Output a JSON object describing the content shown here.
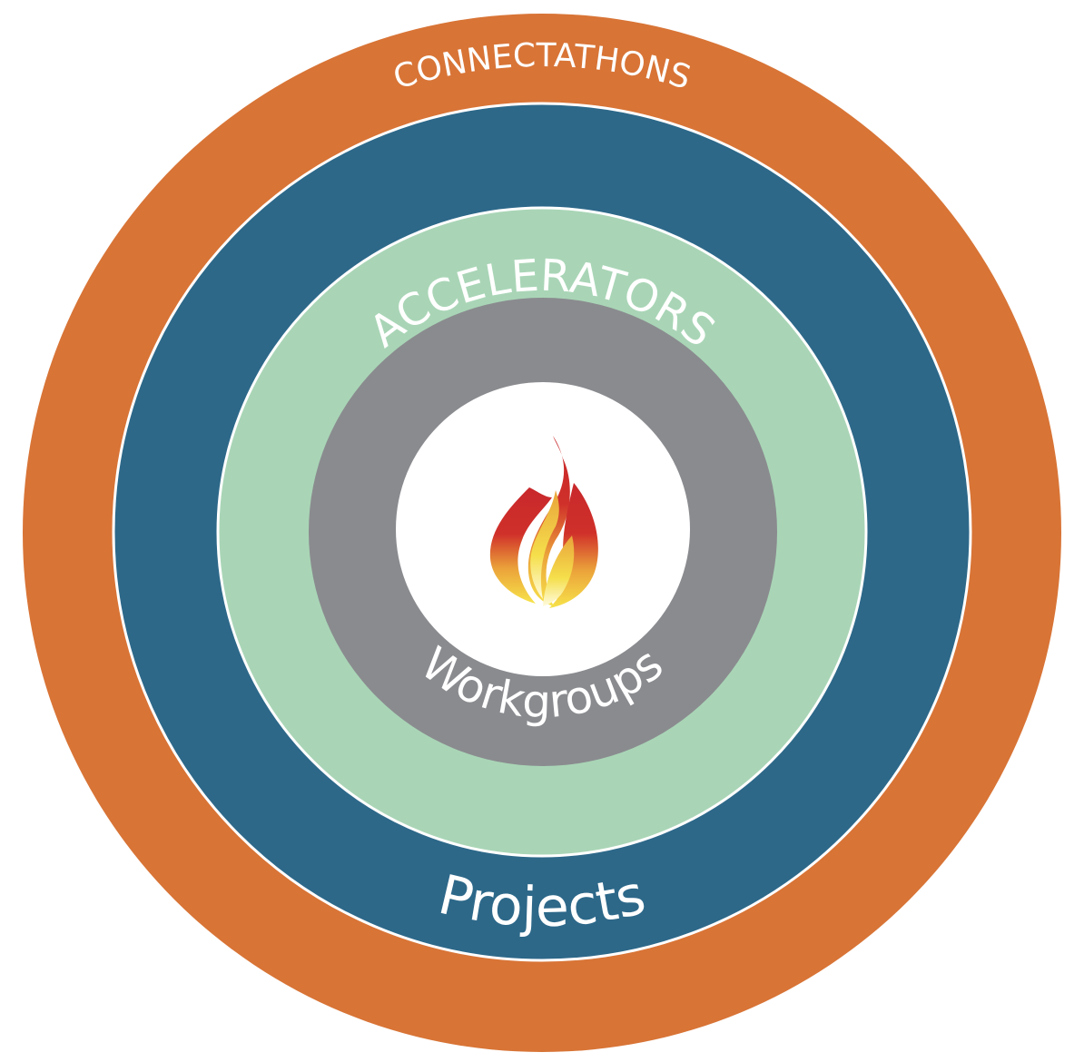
{
  "rings": [
    {
      "id": "connectathons",
      "label": "CONNECTATHONS",
      "color": "#D87436"
    },
    {
      "id": "projects",
      "label": "Projects",
      "color": "#2D6889"
    },
    {
      "id": "accelerators",
      "label": "ACCELERATORS",
      "color": "#A9D5B6"
    },
    {
      "id": "workgroups",
      "label": "Workgroups",
      "color": "#8A8B8F"
    }
  ],
  "center": {
    "icon": "flame-icon",
    "color": "#FFFFFF"
  }
}
